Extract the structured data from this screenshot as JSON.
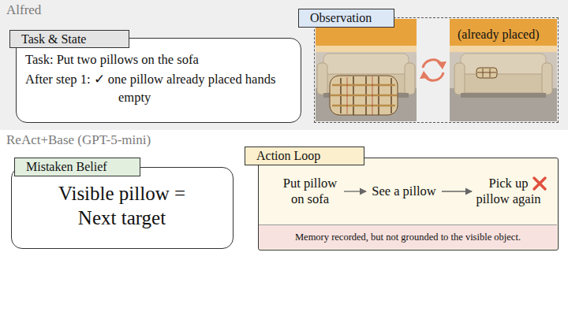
{
  "diagram": {
    "nodes": [
      {
        "text": [
          "Alfred"
        ]
      },
      {
        "text": [
          "Task & State",
          "Task: Put two pillows on the sofa",
          "After step 1: ✓ one pillow already placed hands empty"
        ],
        "in": 0
      },
      {
        "text": [
          "Observation"
        ],
        "in": 0
      },
      {
        "text": [
          "Mistaken Belief",
          "Visible pillow = Next target"
        ]
      },
      {
        "text": [
          "Action Loop"
        ]
      },
      {
        "text": [
          "Put pillow on sofa"
        ],
        "in": 4
      },
      {
        "text": [
          "See a pillow"
        ],
        "in": 4
      },
      {
        "text": [
          "Pick up pillow again"
        ],
        "in": 4
      },
      {
        "text": [
          "Memory recorded, but not grounded to the visible object."
        ],
        "in": 4
      }
    ],
    "edges": [
      {
        "from": 5,
        "to": 6,
        "arrow": "to"
      },
      {
        "from": 6,
        "to": 7,
        "arrow": "to"
      }
    ],
    "labels": [
      "ReAct+Base (GPT-5-mini)",
      "(already placed)"
    ]
  }
}
